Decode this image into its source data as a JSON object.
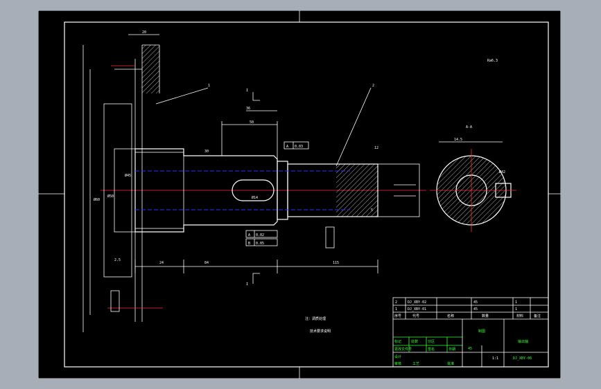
{
  "drawing": {
    "part_label_1": "1",
    "part_label_2": "2",
    "section_label": "A-A",
    "section_mark_top": "I",
    "section_mark_bottom": "I",
    "roughness_corner": "Ra6.3",
    "note_title": "注：调质处理",
    "note_line": "技术要求说明"
  },
  "dimensions": {
    "d1": "20",
    "d2": "Ø45",
    "d3": "Ø50",
    "d4": "Ø60",
    "d5": "30",
    "d6": "36",
    "d7": "50",
    "d8": "84",
    "d9": "115",
    "d10": "24",
    "d11": "Ø14",
    "d12": "12",
    "d13": "5",
    "d14": "14.5",
    "d15": "Ø42",
    "d16": "2.5"
  },
  "tolerance_boxes": {
    "box1_a": "0.02",
    "box1_b": "A",
    "box2_a": "0.05",
    "box2_b": "B",
    "box3_a": "0.03",
    "box3_b": "A"
  },
  "title_block": {
    "row1": [
      "2",
      "DJ_XBY-02",
      "45",
      "1"
    ],
    "row2": [
      "1",
      "DJ_XBY-01",
      "45",
      "1"
    ],
    "header": [
      "序号",
      "代号",
      "名称",
      "数量",
      "材料",
      "备注"
    ],
    "drawing_name": "输出轴",
    "company": "制图",
    "drawing_no": "DJ_XBY-06",
    "scale": "1:1",
    "material": "45",
    "labels": [
      "设计",
      "审核",
      "工艺",
      "批准"
    ],
    "green_labels": [
      "标记",
      "处数",
      "分区",
      "更改文件号",
      "签名",
      "日期"
    ]
  }
}
